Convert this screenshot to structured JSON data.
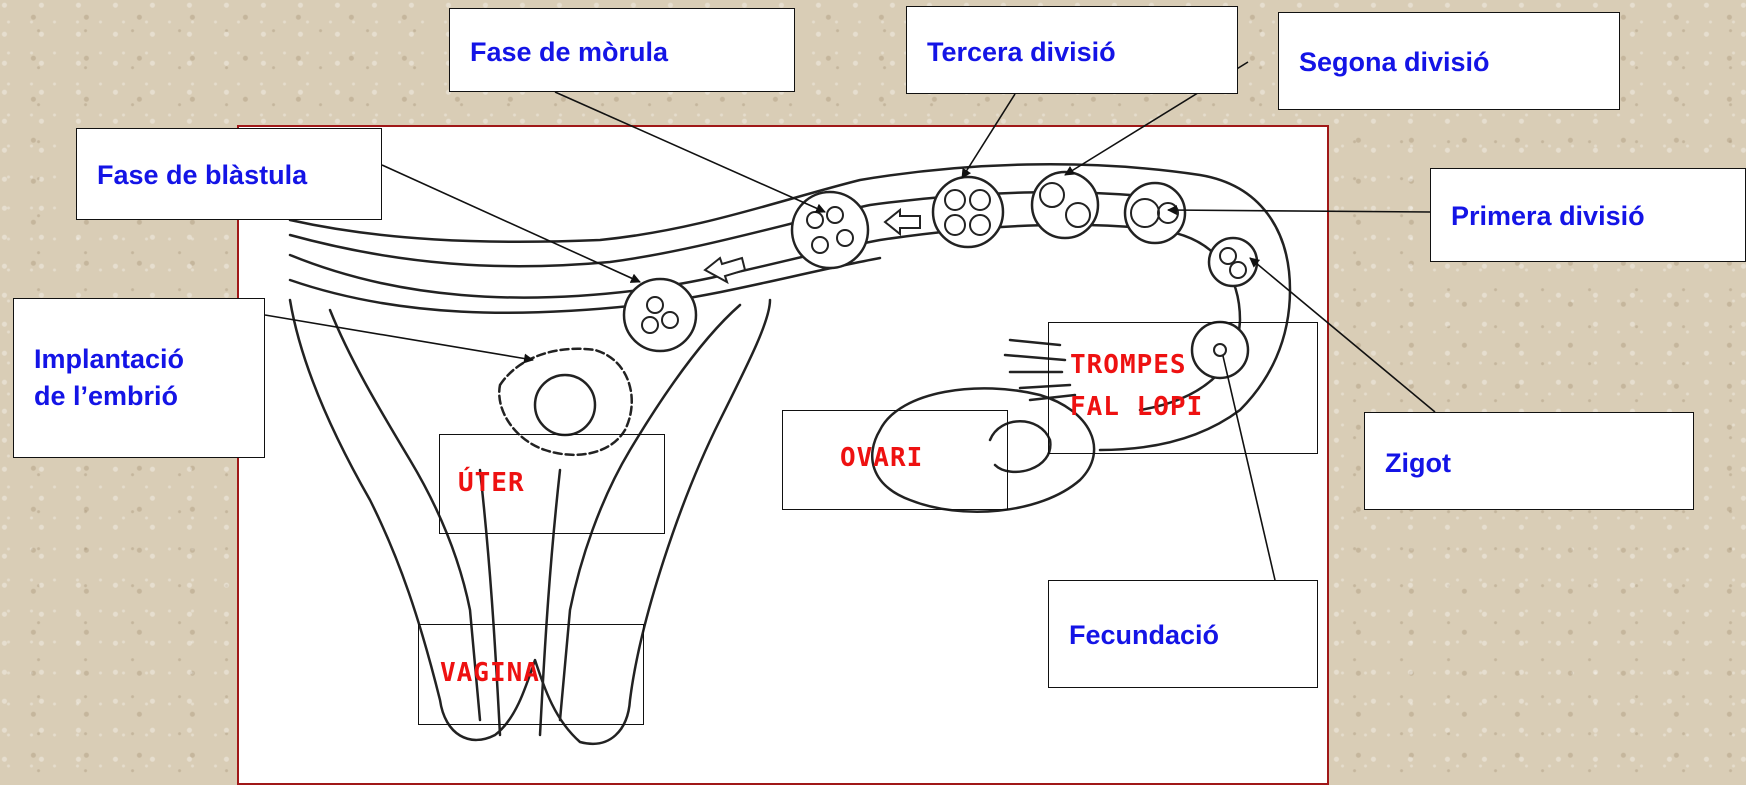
{
  "labels": {
    "morula": "Fase de mòrula",
    "third_division": "Tercera divisió",
    "second_division": "Segona divisió",
    "blastula": "Fase de blàstula",
    "first_division": "Primera divisió",
    "implantation_line1": "Implantació",
    "implantation_line2": "de l’embrió",
    "zygote": "Zigot",
    "fertilization": "Fecundació"
  },
  "anatomy": {
    "uterus": "ÚTER",
    "vagina": "VAGINA",
    "ovary": "OVARI",
    "tubes_line1": "TROMPES",
    "tubes_line2": "FAL LOPI"
  },
  "colors": {
    "label_text": "#1414e6",
    "anatomy_text": "#ee1111",
    "panel_border": "#a01818",
    "background": "#d9cdb6"
  }
}
